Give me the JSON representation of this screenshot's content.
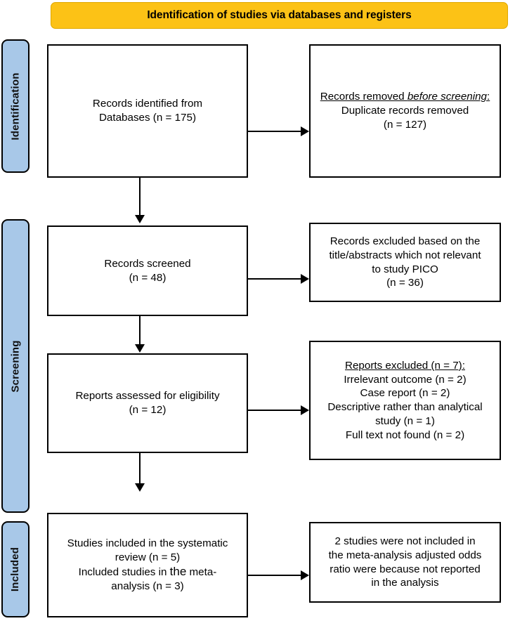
{
  "header": {
    "banner_label": "Identification of studies via databases and registers",
    "banner_color": "#FCC216"
  },
  "rails": {
    "color": "#A8C8E8",
    "items": [
      {
        "label": "Identification"
      },
      {
        "label": "Screening"
      },
      {
        "label": "Included"
      }
    ]
  },
  "boxes": {
    "identified": {
      "line1": "Records identified from",
      "line2": "Databases (n = 175)"
    },
    "removed": {
      "title_part1": "Records removed ",
      "title_part2": "before screening",
      "title_part3": ":",
      "line1": "Duplicate records removed",
      "line2": "(n = 127)"
    },
    "screened": {
      "line1": "Records screened",
      "line2": "(n = 48)"
    },
    "excluded_title": {
      "line1": "Records excluded based on the",
      "line2": "title/abstracts which not relevant",
      "line3": "to study PICO",
      "line4": "(n = 36)"
    },
    "eligibility": {
      "line1": "Reports assessed for eligibility",
      "line2": "(n = 12)"
    },
    "excluded_reports": {
      "title": "Reports excluded (n = 7):",
      "line1": "Irrelevant outcome (n = 2)",
      "line2": "Case report (n = 2)",
      "line3": "Descriptive rather than analytical",
      "line4": "study (n = 1)",
      "line5": "Full text not found (n = 2)"
    },
    "included": {
      "line1": "Studies included in the systematic",
      "line2": "review (n = 5)",
      "line3a": "Included studies in ",
      "line3b": "the",
      "line3c": " meta-",
      "line4": "analysis (n = 3)"
    },
    "not_included": {
      "line1": "2 studies were not included in",
      "line2": "the meta-analysis adjusted odds",
      "line3": "ratio were because not reported",
      "line4": "in the analysis"
    }
  }
}
